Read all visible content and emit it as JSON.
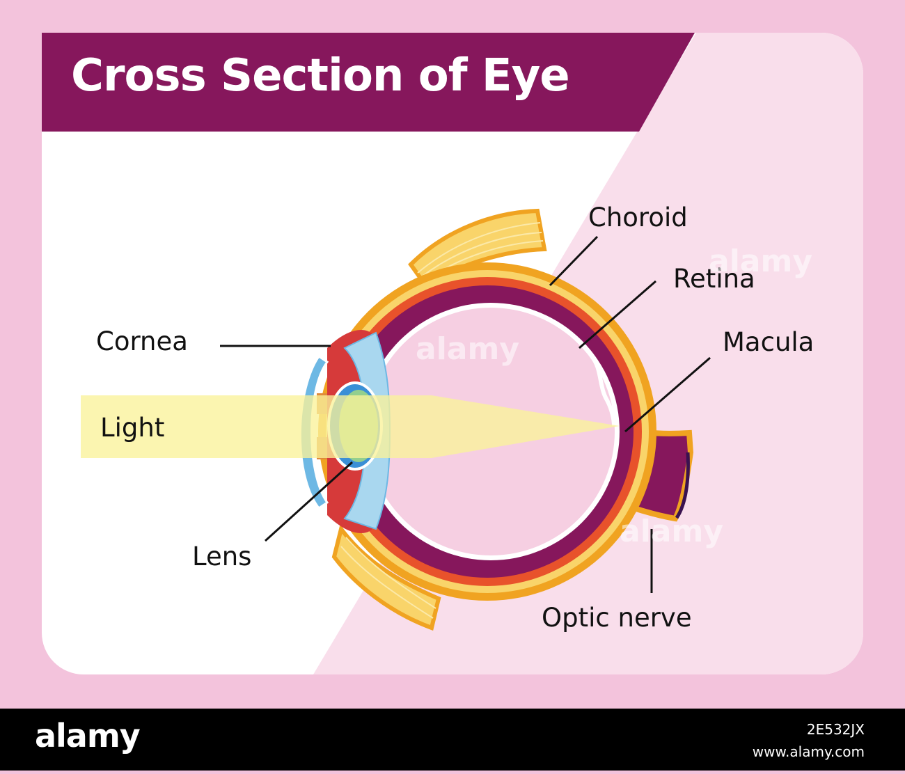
{
  "title": "Cross Section of Eye",
  "labels": {
    "choroid": "Choroid",
    "retina": "Retina",
    "macula": "Macula",
    "cornea": "Cornea",
    "light": "Light",
    "lens": "Lens",
    "optic_nerve": "Optic nerve"
  },
  "watermark": {
    "brand": "alamy",
    "image_id": "2E532JX",
    "url": "www.alamy.com"
  },
  "colors": {
    "background": "#f3c3dc",
    "panel": "#ffffff",
    "panel_pink": "#f9deeb",
    "title_bar": "#86175c",
    "sclera": "#f0a321",
    "choroid": "#e8522b",
    "retina_purple": "#8b1e5c",
    "vitreous": "#f6cfe2",
    "light_beam": "#faf29a",
    "cornea_blue": "#6db8e4",
    "lens_green": "#93cf8e"
  }
}
